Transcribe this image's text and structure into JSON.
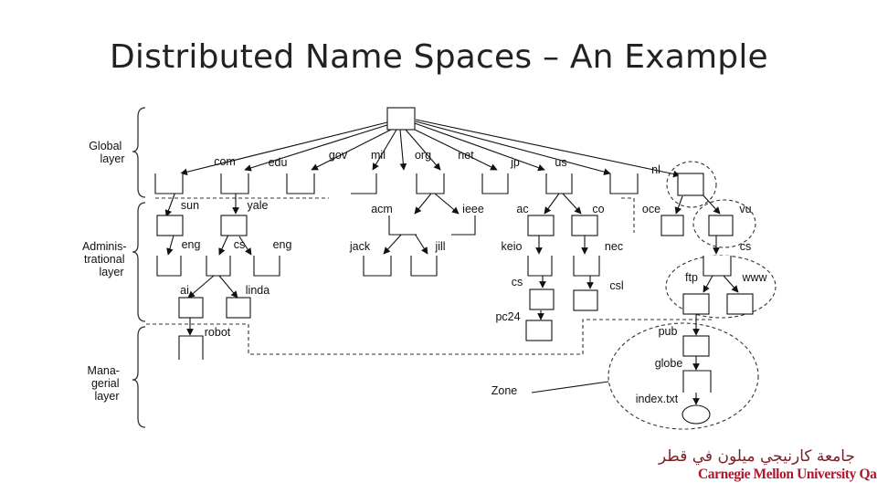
{
  "title": "Distributed Name Spaces – An Example",
  "layers": [
    "Global layer",
    "Adminis-trational layer",
    "Mana-gerial layer"
  ],
  "layers_display": {
    "global": [
      "Global",
      "layer"
    ],
    "admin": [
      "Adminis-",
      "trational",
      "layer"
    ],
    "managerial": [
      "Mana-",
      "gerial",
      "layer"
    ]
  },
  "nodes": {
    "com": "com",
    "edu": "edu",
    "gov": "gov",
    "mil": "mil",
    "org": "org",
    "net": "net",
    "jp": "jp",
    "us": "us",
    "nl": "nl",
    "sun": "sun",
    "yale": "yale",
    "acm": "acm",
    "ieee": "ieee",
    "ac": "ac",
    "co": "co",
    "oce": "oce",
    "vu": "vu",
    "eng1": "eng",
    "cs1": "cs",
    "eng2": "eng",
    "jack": "jack",
    "jill": "jill",
    "keio": "keio",
    "nec": "nec",
    "cs2": "cs",
    "ai": "ai",
    "linda": "linda",
    "cs3": "cs",
    "csl": "csl",
    "ftp": "ftp",
    "www": "www",
    "robot": "robot",
    "pc24": "pc24",
    "pub": "pub",
    "globe": "globe",
    "index": "index.txt"
  },
  "zone_label": "Zone",
  "logo": {
    "arabic": "جامعة كارنيجي ميلون في قطر",
    "english": "Carnegie Mellon University Qatar"
  }
}
